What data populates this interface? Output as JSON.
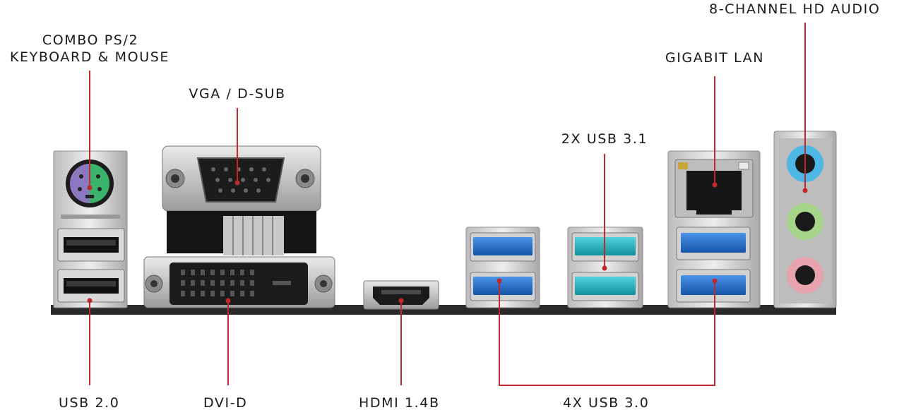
{
  "labels": {
    "ps2_line1": "COMBO PS/2",
    "ps2_line2": "KEYBOARD & MOUSE",
    "vga": "VGA / D-SUB",
    "usb31": "2X USB 3.1",
    "lan": "GIGABIT LAN",
    "audio": "8-CHANNEL HD AUDIO",
    "usb20": "USB 2.0",
    "dvi": "DVI-D",
    "hdmi": "HDMI 1.4B",
    "usb30": "4X USB 3.0"
  },
  "colors": {
    "leader_line": "#c0282d",
    "board": "#2b2b2b",
    "metal": "#c9c9c9",
    "usb30_blue": "#1e6fd0",
    "usb31_teal": "#1fb3c2",
    "ps2_purple": "#8a78c0",
    "ps2_green": "#3bb36b",
    "audio_blue": "#4fb7e6",
    "audio_green": "#a6d48a",
    "audio_pink": "#e6a3ad"
  }
}
